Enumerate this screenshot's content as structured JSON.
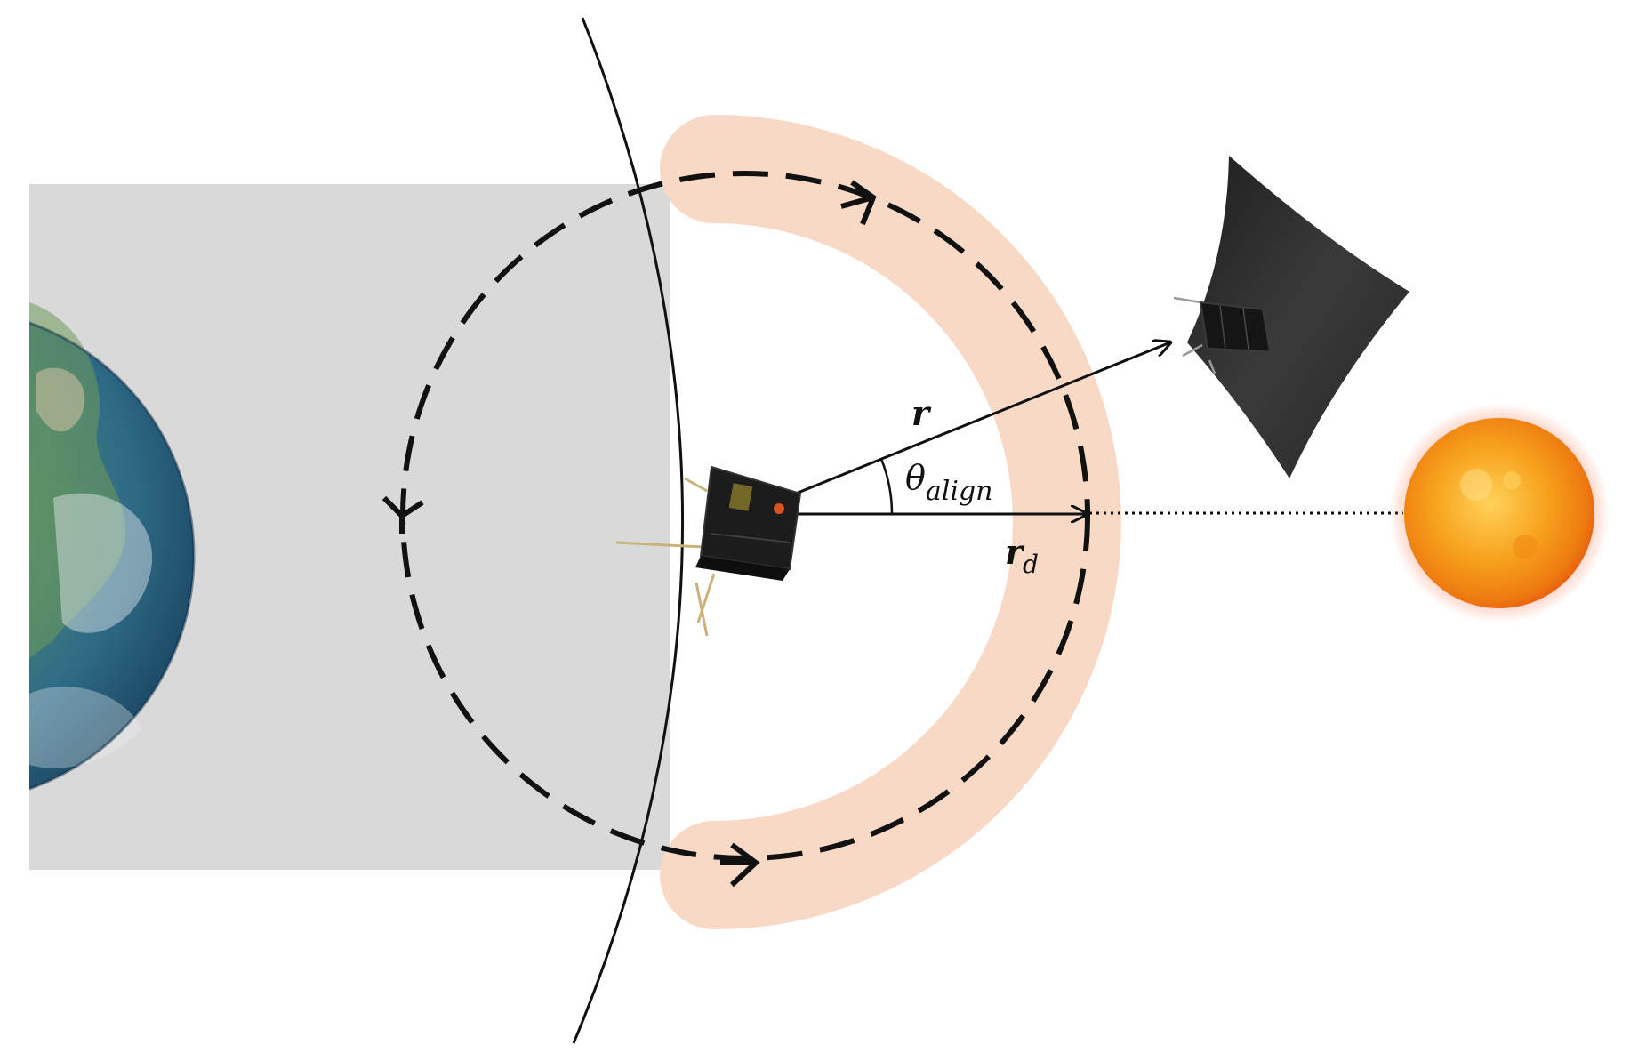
{
  "labels": {
    "position_vector": "r",
    "angle_symbol": "θ",
    "angle_subscript": "align",
    "desired_vector": "r",
    "desired_subscript": "d"
  },
  "icons": [
    "earth-icon",
    "cubesat-icon",
    "solar-sail-icon",
    "sun-icon"
  ],
  "colors": {
    "shadow_region": "#d9d9d9",
    "illuminated_arc": "#f7d9c6",
    "orbit_line": "#111111",
    "sun_core": "#f39a16",
    "sail_dark": "#2f2f2f"
  }
}
